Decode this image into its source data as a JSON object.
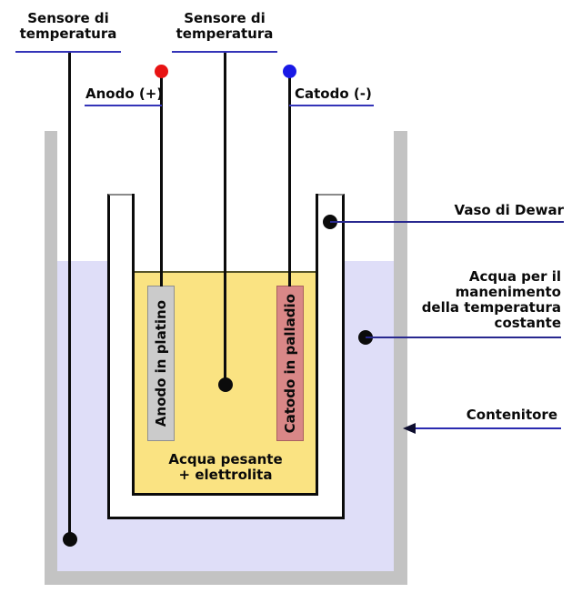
{
  "diagram": {
    "type": "electrolysis-cell-diagram",
    "labels": {
      "sensor_left": "Sensore di\ntemperatura",
      "sensor_right": "Sensore di\ntemperatura",
      "anode_terminal": "Anodo (+)",
      "cathode_terminal": "Catodo (-)",
      "dewar": "Vaso di Dewar",
      "cooling_water": "Acqua per il\nmanenimento\ndella temperatura\ncostante",
      "container": "Contenitore",
      "anode_electrode": "Anodo in platino",
      "cathode_electrode": "Catodo in palladio",
      "electrolyte": "Acqua pesante\n+ elettrolita"
    },
    "colors": {
      "electrolyte_fill": "#fae382",
      "cooling_water_fill": "#dfdef8",
      "container_wall": "#c3c3c3",
      "anode_fill": "#cbcbcb",
      "cathode_fill": "#d98787",
      "anode_terminal_dot": "#e81313",
      "cathode_terminal_dot": "#1919e6",
      "pointer_dot": "#0b0b0b",
      "label_line": "#3434b8",
      "dewar_mouth_line": "#8a8a8a"
    }
  }
}
